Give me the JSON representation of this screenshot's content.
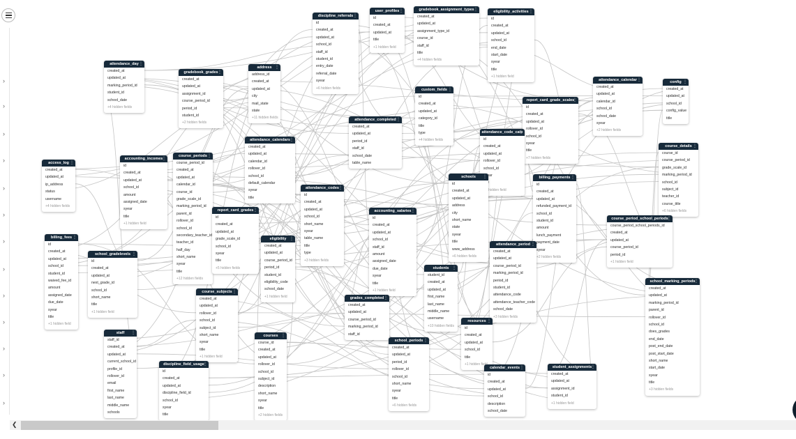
{
  "menu": {
    "icon": "hamburger-menu-icon"
  },
  "tables": [
    {
      "name": "discipline_referrals",
      "fields": [
        "id",
        "created_at",
        "updated_at",
        "school_id",
        "staff_id",
        "student_id",
        "entry_date",
        "referral_date",
        "syear"
      ],
      "hidden": "+6 hidden fields"
    },
    {
      "name": "user_profiles",
      "fields": [
        "id",
        "created_at",
        "updated_at",
        "title"
      ],
      "hidden": "+1 hidden field"
    },
    {
      "name": "gradebook_assignment_types",
      "fields": [
        "created_at",
        "updated_at",
        "assignment_type_id",
        "course_id",
        "staff_id",
        "title"
      ],
      "hidden": "+4 hidden fields"
    },
    {
      "name": "eligibility_activities",
      "fields": [
        "id",
        "created_at",
        "updated_at",
        "school_id",
        "end_date",
        "start_date",
        "syear",
        "title"
      ],
      "hidden": "+1 hidden field"
    },
    {
      "name": "attendance_day",
      "fields": [
        "created_at",
        "updated_at",
        "marking_period_id",
        "student_id",
        "school_date"
      ],
      "hidden": "+4 hidden fields"
    },
    {
      "name": "gradebook_grades",
      "fields": [
        "created_at",
        "updated_at",
        "assignment_id",
        "course_period_id",
        "period_id",
        "student_id"
      ],
      "hidden": "+2 hidden fields"
    },
    {
      "name": "address",
      "fields": [
        "address_id",
        "created_at",
        "updated_at",
        "city",
        "mail_state",
        "state"
      ],
      "hidden": "+11 hidden fields"
    },
    {
      "name": "custom_fields",
      "fields": [
        "id",
        "created_at",
        "updated_at",
        "category_id",
        "title",
        "type"
      ],
      "hidden": "+4 hidden fields"
    },
    {
      "name": "attendance_calendar",
      "fields": [
        "created_at",
        "updated_at",
        "calendar_id",
        "school_id",
        "school_date",
        "syear"
      ],
      "hidden": "+2 hidden fields"
    },
    {
      "name": "config",
      "fields": [
        "created_at",
        "updated_at",
        "school_id",
        "config_value",
        "title"
      ],
      "hidden": ""
    },
    {
      "name": "report_card_grade_scales",
      "fields": [
        "id",
        "created_at",
        "updated_at",
        "rollover_id",
        "school_id",
        "syear",
        "title"
      ],
      "hidden": "+7 hidden fields"
    },
    {
      "name": "attendance_completed",
      "fields": [
        "created_at",
        "updated_at",
        "period_id",
        "staff_id",
        "school_date",
        "table_name"
      ],
      "hidden": ""
    },
    {
      "name": "attendance_code_cate",
      "fields": [
        "id",
        "created_at",
        "updated_at",
        "rollover_id",
        "school_id",
        "syear",
        "title"
      ],
      "hidden": "+1 hidden field"
    },
    {
      "name": "course_details",
      "fields": [
        "course_id",
        "course_period_id",
        "grade_scale_id",
        "marking_period_id",
        "school_id",
        "subject_id",
        "teacher_id",
        "course_title"
      ],
      "hidden": "+6 hidden fields"
    },
    {
      "name": "access_log",
      "fields": [
        "created_at",
        "updated_at",
        "ip_address",
        "status",
        "username"
      ],
      "hidden": "+4 hidden fields"
    },
    {
      "name": "accounting_incomes",
      "fields": [
        "id",
        "created_at",
        "updated_at",
        "school_id",
        "amount",
        "assigned_date",
        "syear",
        "title"
      ],
      "hidden": "+1 hidden field"
    },
    {
      "name": "course_periods",
      "fields": [
        "course_period_id",
        "created_at",
        "updated_at",
        "calendar_id",
        "course_id",
        "grade_scale_id",
        "marking_period_id",
        "parent_id",
        "rollover_id",
        "school_id",
        "secondary_teacher_id",
        "teacher_id",
        "half_day",
        "short_name",
        "syear",
        "title"
      ],
      "hidden": "+12 hidden fields"
    },
    {
      "name": "attendance_calendars",
      "fields": [
        "created_at",
        "updated_at",
        "calendar_id",
        "rollover_id",
        "school_id",
        "default_calendar",
        "syear",
        "title"
      ],
      "hidden": ""
    },
    {
      "name": "schools",
      "fields": [
        "id",
        "created_at",
        "updated_at",
        "address",
        "city",
        "short_name",
        "state",
        "syear",
        "title",
        "www_address"
      ],
      "hidden": "+6 hidden fields"
    },
    {
      "name": "billing_payments",
      "fields": [
        "id",
        "created_at",
        "updated_at",
        "refunded_payment_id",
        "school_id",
        "student_id",
        "amount",
        "lunch_payment",
        "payment_date",
        "syear"
      ],
      "hidden": "+2 hidden fields"
    },
    {
      "name": "attendance_codes",
      "fields": [
        "id",
        "created_at",
        "updated_at",
        "school_id",
        "short_name",
        "syear",
        "table_name",
        "title",
        "type"
      ],
      "hidden": "+3 hidden fields"
    },
    {
      "name": "report_card_grades",
      "fields": [
        "id",
        "created_at",
        "updated_at",
        "grade_scale_id",
        "school_id",
        "syear",
        "title"
      ],
      "hidden": "+5 hidden fields"
    },
    {
      "name": "accounting_salaries",
      "fields": [
        "id",
        "created_at",
        "updated_at",
        "school_id",
        "staff_id",
        "amount",
        "assigned_date",
        "due_date",
        "syear",
        "title"
      ],
      "hidden": "+1 hidden field"
    },
    {
      "name": "course_period_school_periods",
      "fields": [
        "course_period_school_periods_id",
        "created_at",
        "updated_at",
        "course_period_id",
        "period_id"
      ],
      "hidden": "+1 hidden field"
    },
    {
      "name": "billing_fees",
      "fields": [
        "id",
        "created_at",
        "updated_at",
        "school_id",
        "student_id",
        "waived_fee_id",
        "amount",
        "assigned_date",
        "due_date",
        "syear",
        "title"
      ],
      "hidden": "+1 hidden field"
    },
    {
      "name": "school_gradelevels",
      "fields": [
        "id",
        "created_at",
        "updated_at",
        "next_grade_id",
        "school_id",
        "short_name",
        "title"
      ],
      "hidden": "+1 hidden field"
    },
    {
      "name": "eligibility",
      "fields": [
        "created_at",
        "updated_at",
        "course_period_id",
        "period_id",
        "student_id",
        "eligibility_code",
        "school_date"
      ],
      "hidden": "+1 hidden field"
    },
    {
      "name": "attendance_period",
      "fields": [
        "created_at",
        "updated_at",
        "course_period_id",
        "marking_period_id",
        "period_id",
        "student_id",
        "attendance_code",
        "attendance_teacher_code",
        "school_date"
      ],
      "hidden": "+3 hidden fields"
    },
    {
      "name": "students",
      "fields": [
        "student_id",
        "created_at",
        "updated_at",
        "first_name",
        "last_name",
        "middle_name",
        "username"
      ],
      "hidden": "+10 hidden fields"
    },
    {
      "name": "school_marking_periods",
      "fields": [
        "created_at",
        "updated_at",
        "marking_period_id",
        "parent_id",
        "rollover_id",
        "school_id",
        "does_grades",
        "end_date",
        "post_end_date",
        "post_start_date",
        "short_name",
        "start_date",
        "syear",
        "title"
      ],
      "hidden": "+3 hidden fields"
    },
    {
      "name": "course_subjects",
      "fields": [
        "created_at",
        "updated_at",
        "rollover_id",
        "school_id",
        "subject_id",
        "short_name",
        "syear",
        "title"
      ],
      "hidden": "+1 hidden field"
    },
    {
      "name": "grades_completed",
      "fields": [
        "created_at",
        "updated_at",
        "course_period_id",
        "marking_period_id",
        "staff_id"
      ],
      "hidden": ""
    },
    {
      "name": "resources",
      "fields": [
        "id",
        "created_at",
        "updated_at",
        "school_id",
        "title"
      ],
      "hidden": "+1 hidden field"
    },
    {
      "name": "staff",
      "fields": [
        "staff_id",
        "created_at",
        "updated_at",
        "current_school_id",
        "profile_id",
        "rollover_id",
        "email",
        "first_name",
        "last_name",
        "middle_name",
        "schools"
      ],
      "hidden": ""
    },
    {
      "name": "courses",
      "fields": [
        "course_id",
        "created_at",
        "updated_at",
        "rollover_id",
        "school_id",
        "subject_id",
        "description",
        "short_name",
        "syear",
        "title"
      ],
      "hidden": "+2 hidden fields"
    },
    {
      "name": "school_periods",
      "fields": [
        "created_at",
        "updated_at",
        "period_id",
        "rollover_id",
        "school_id",
        "short_name",
        "syear",
        "title"
      ],
      "hidden": "+6 hidden fields"
    },
    {
      "name": "discipline_field_usage",
      "fields": [
        "id",
        "created_at",
        "updated_at",
        "discipline_field_id",
        "school_id",
        "syear",
        "title"
      ],
      "hidden": ""
    },
    {
      "name": "calendar_events",
      "fields": [
        "id",
        "created_at",
        "updated_at",
        "school_id",
        "description",
        "school_date"
      ],
      "hidden": ""
    },
    {
      "name": "student_assignments",
      "fields": [
        "created_at",
        "updated_at",
        "assignment_id",
        "student_id"
      ],
      "hidden": "+1 hidden field"
    }
  ]
}
